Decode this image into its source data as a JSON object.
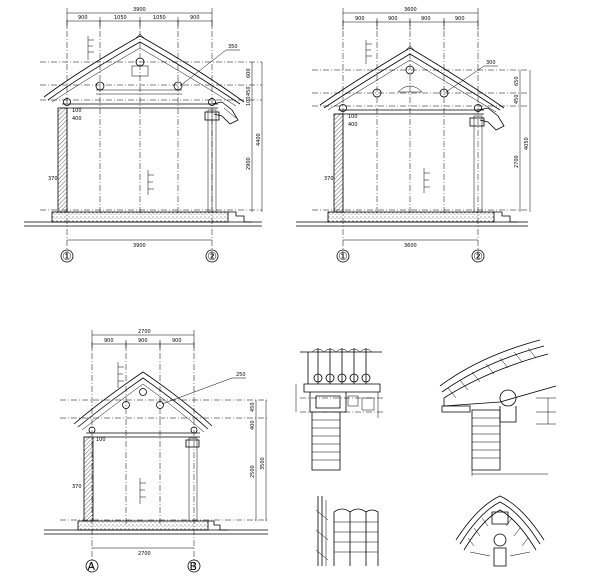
{
  "drawings": [
    {
      "id": "section-1",
      "top_dims": [
        "3900",
        "900",
        "1050",
        "1050",
        "900"
      ],
      "bottom_dim": "3900",
      "callout": "350",
      "right_dims": [
        "600",
        "450",
        "100",
        "2900",
        "4400"
      ],
      "left_dims": [
        "100",
        "400",
        "370"
      ],
      "axes": [
        "①",
        "②"
      ]
    },
    {
      "id": "section-2",
      "top_dims": [
        "3600",
        "900",
        "900",
        "900",
        "900"
      ],
      "bottom_dim": "3600",
      "callout": "300",
      "right_dims": [
        "650",
        "450",
        "2700",
        "4050"
      ],
      "left_dims": [
        "100",
        "400",
        "370"
      ],
      "axes": [
        "①",
        "②"
      ]
    },
    {
      "id": "section-3",
      "top_dims": [
        "2700",
        "900",
        "900",
        "900"
      ],
      "bottom_dim": "2700",
      "callout": "250",
      "right_dims": [
        "450",
        "400",
        "2500",
        "3500"
      ],
      "left_dims": [
        "100",
        "370"
      ],
      "axes": [
        "A",
        "B"
      ]
    }
  ],
  "details": [
    {
      "id": "eave-elevation-detail"
    },
    {
      "id": "eave-section-detail"
    },
    {
      "id": "roof-tile-detail"
    },
    {
      "id": "ridge-detail"
    }
  ]
}
